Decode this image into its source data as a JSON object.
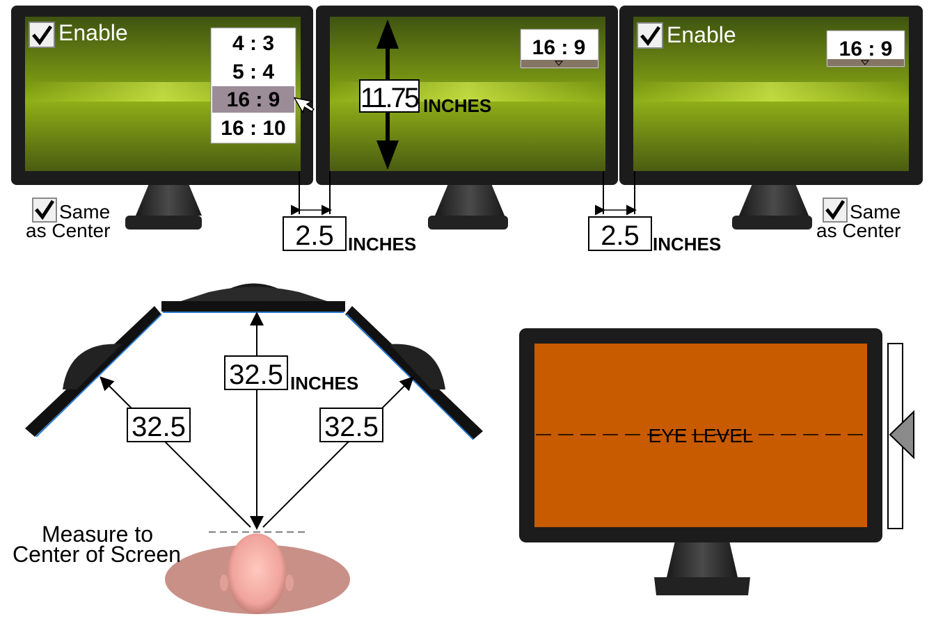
{
  "top": {
    "left_monitor": {
      "enable_label": "Enable",
      "enable_checked": true,
      "ratio_options": [
        "4 : 3",
        "5 : 4",
        "16 : 9",
        "16 : 10"
      ],
      "ratio_selected": "16 : 9",
      "same_label_line1": "Same",
      "same_label_line2": "as Center",
      "same_checked": true
    },
    "center_monitor": {
      "ratio_value": "16 : 9",
      "height_value": "11.75",
      "height_unit": "INCHES"
    },
    "right_monitor": {
      "enable_label": "Enable",
      "enable_checked": true,
      "ratio_value": "16 : 9",
      "same_label_line1": "Same",
      "same_label_line2": "as Center",
      "same_checked": true
    },
    "gap_left": {
      "value": "2.5",
      "unit": "INCHES"
    },
    "gap_right": {
      "value": "2.5",
      "unit": "INCHES"
    }
  },
  "bottom_left": {
    "center_distance": "32.5",
    "center_unit": "INCHES",
    "left_distance": "32.5",
    "right_distance": "32.5",
    "caption_line1": "Measure to",
    "caption_line2": "Center of Screen"
  },
  "bottom_right": {
    "eye_level_label": "EYE LEVEL",
    "screen_color": "#c85a00"
  },
  "colors": {
    "bezel": "#1c1c1c",
    "wallpaper_dark": "#4a5e0e",
    "wallpaper_light": "#a8c41c",
    "selected_option": "#9c8c98",
    "edge_blue": "#2a7ad0"
  }
}
